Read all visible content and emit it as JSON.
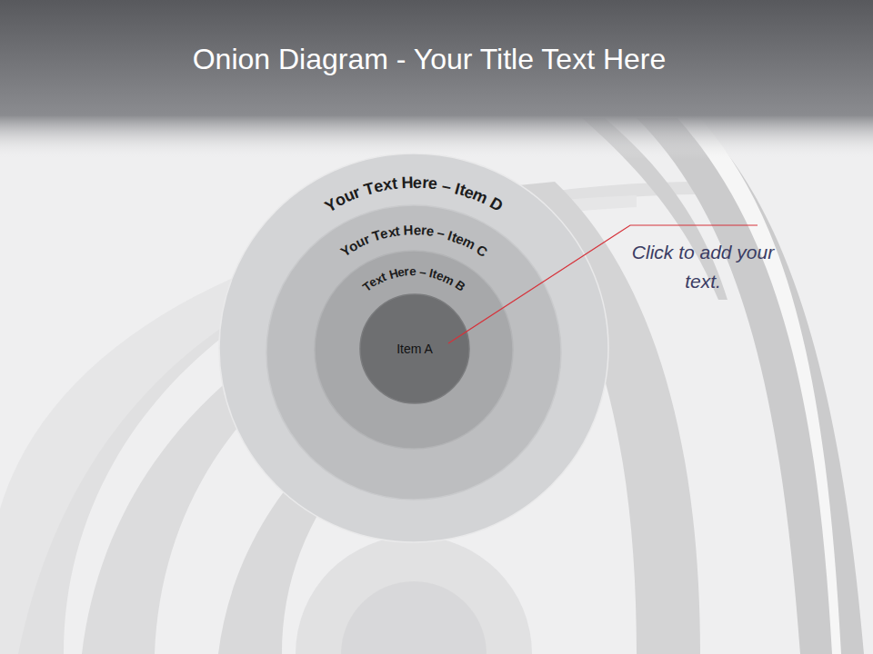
{
  "diagram": {
    "title": "Onion Diagram - Your Title Text Here",
    "nodes": [
      {
        "text": [
          "Your Text Here – Item D"
        ]
      },
      {
        "text": [
          "Your Text Here – Item C"
        ],
        "in": 0
      },
      {
        "text": [
          "Text Here – Item B"
        ],
        "in": 1
      },
      {
        "text": [
          "Item A"
        ],
        "in": 2
      }
    ],
    "labels": [
      "Click to add your text."
    ]
  }
}
